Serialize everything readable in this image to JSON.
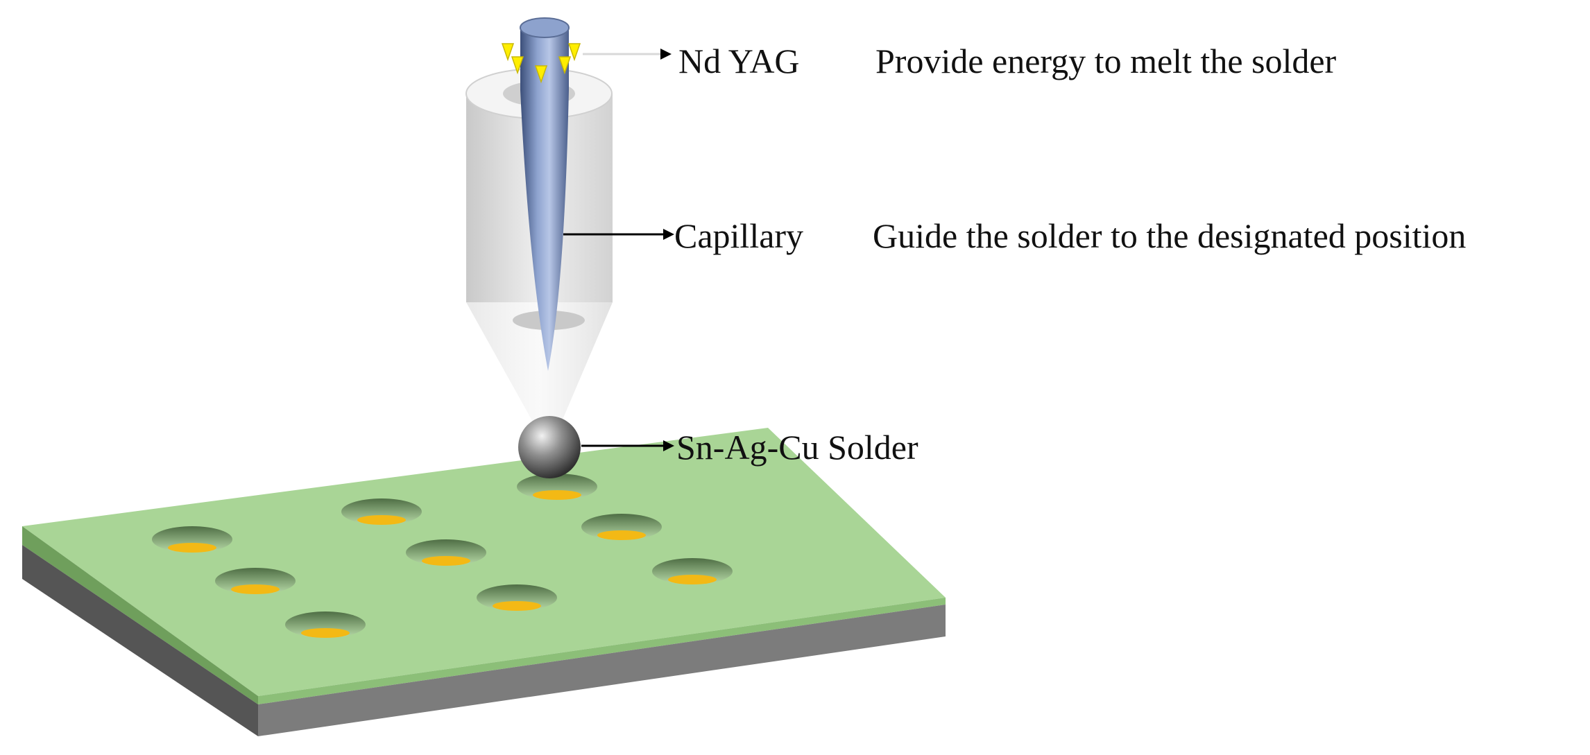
{
  "labels": {
    "nd_yag": "Nd YAG",
    "nd_yag_desc": "Provide energy to melt the solder",
    "capillary": "Capillary",
    "capillary_desc": "Guide the solder to the designated position",
    "solder": "Sn-Ag-Cu Solder"
  },
  "pad_count": 9,
  "colors": {
    "board_top": "#a9d596",
    "board_front": "#7c7c7c",
    "board_side": "#5a5a5a",
    "pad": "#f3b915",
    "laser_rod": "#7d93c2",
    "capillary": "#e1e1e1",
    "laser_beam": "#ffee00",
    "solder_ball": "#8a8a8a",
    "arrow": "#000000"
  }
}
